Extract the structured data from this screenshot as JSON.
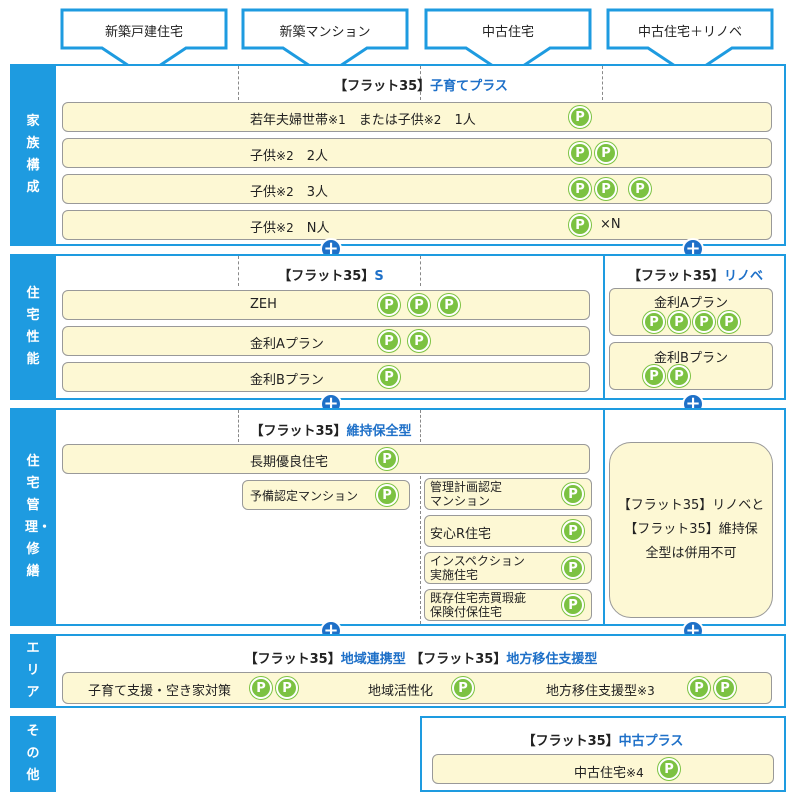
{
  "tabs": [
    "新築戸建住宅",
    "新築マンション",
    "中古住宅",
    "中古住宅＋リノベ"
  ],
  "categories": {
    "family": "家族構成",
    "performance": "住宅性能",
    "maintenance": "住宅管理・修繕",
    "area": "エリア",
    "other": "その他"
  },
  "family": {
    "header_a": "【フラット35】",
    "header_b": "子育てプラス",
    "rows": [
      {
        "label": "若年夫婦世帯",
        "note1": "※1",
        "mid": "　または子供",
        "note2": "※2",
        "count": "　1人"
      },
      {
        "label": "子供",
        "note": "※2",
        "count": "　2人"
      },
      {
        "label": "子供",
        "note": "※2",
        "count": "　3人"
      },
      {
        "label": "子供",
        "note": "※2",
        "count": "　N人",
        "multiplier": "×N"
      }
    ]
  },
  "performance": {
    "header_a": "【フラット35】",
    "header_b": "S",
    "rows": [
      "ZEH",
      "金利Aプラン",
      "金利Bプラン"
    ],
    "renov_header_a": "【フラット35】",
    "renov_header_b": "リノベ",
    "renov_rows": [
      "金利Aプラン",
      "金利Bプラン"
    ]
  },
  "maintenance": {
    "header_a": "【フラット35】",
    "header_b": "維持保全型",
    "long_term": "長期優良住宅",
    "prelim": "予備認定マンション",
    "items": [
      {
        "line1": "管理計画認定",
        "line2": "マンション"
      },
      {
        "line1": "安心R住宅",
        "line2": ""
      },
      {
        "line1": "インスペクション",
        "line2": "実施住宅"
      },
      {
        "line1": "既存住宅売買瑕疵",
        "line2": "保険付保住宅"
      }
    ],
    "note_lines": [
      "【フラット35】リノベと",
      "【フラット35】維持保",
      "全型は併用不可"
    ]
  },
  "area": {
    "header_a1": "【フラット35】",
    "header_b1": "地域連携型",
    "header_a2": "【フラット35】",
    "header_b2": "地方移住支援型",
    "item1": "子育て支援・空き家対策",
    "item2": "地域活性化",
    "item3": "地方移住支援型",
    "item3_note": "※3"
  },
  "other": {
    "header_a": "【フラット35】",
    "header_b": "中古プラス",
    "item": "中古住宅",
    "item_note": "※4"
  },
  "icons": {
    "point": "P",
    "plus": "+"
  },
  "colors": {
    "blue": "#1e9be0",
    "dark_blue": "#1e70c8",
    "green": "#7cc242",
    "cream": "#fdf8d4"
  }
}
